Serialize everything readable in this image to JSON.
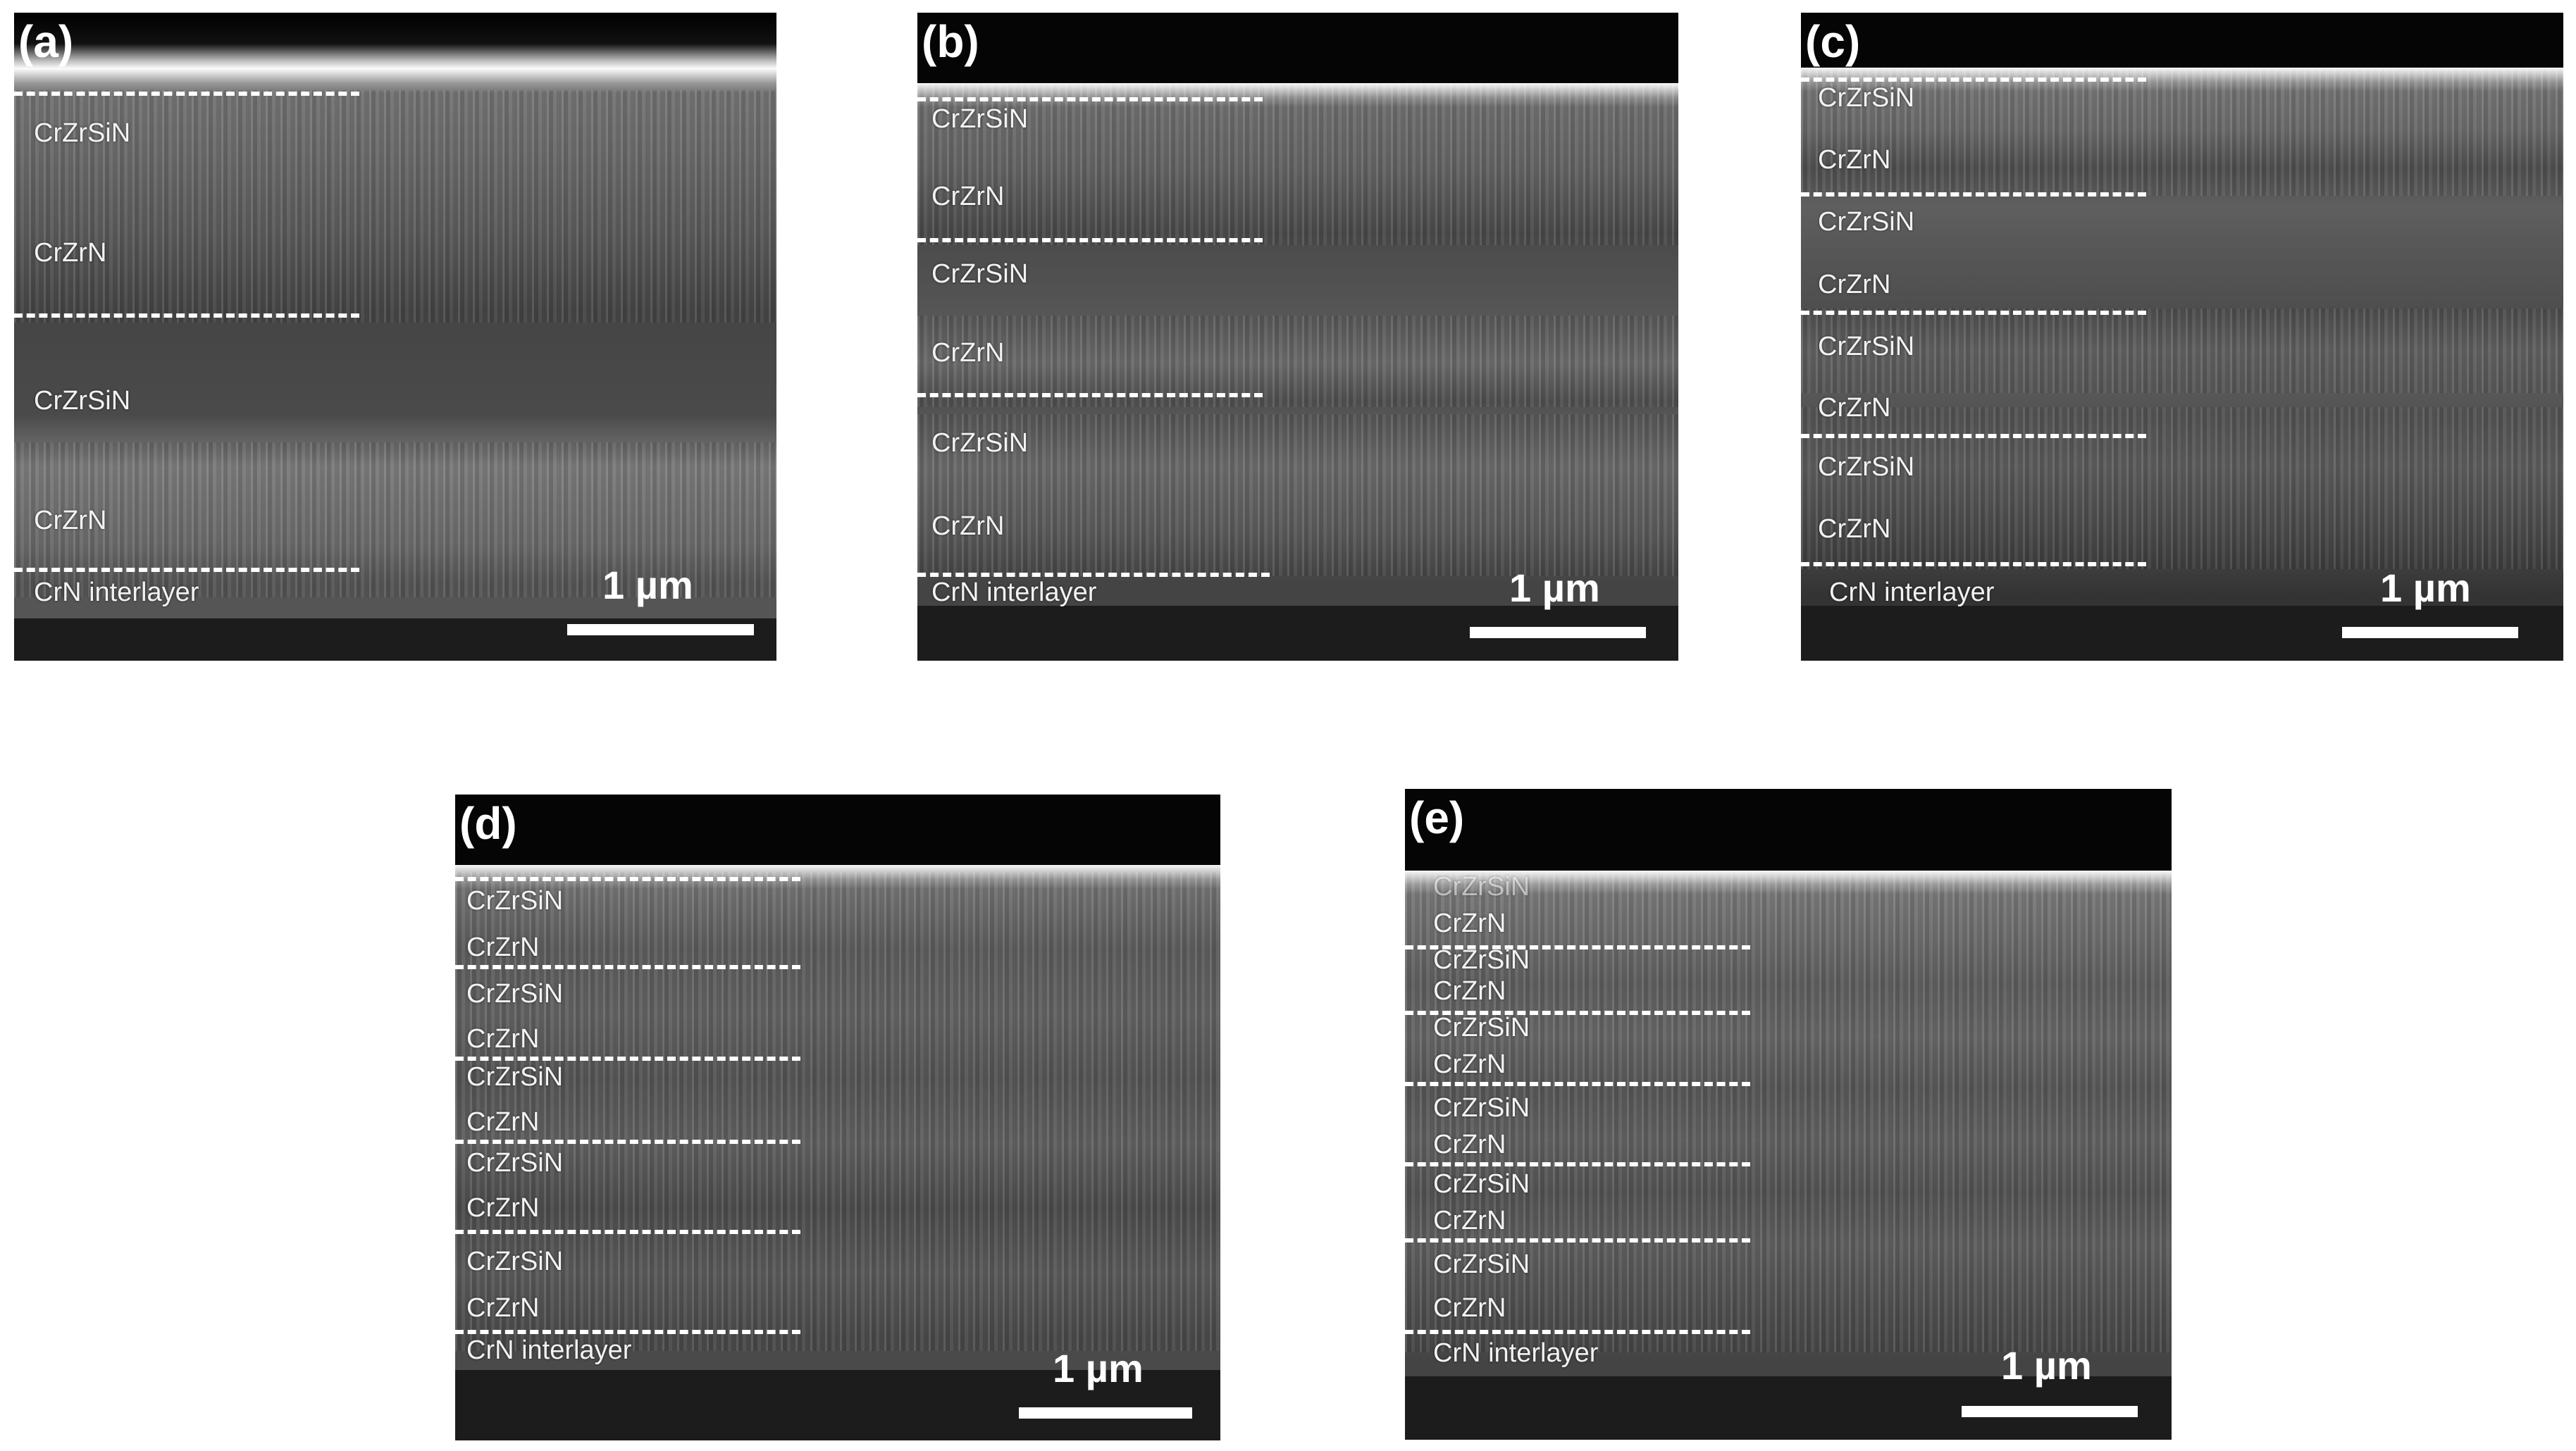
{
  "panels": [
    {
      "label": "(a)",
      "scale_text": "1 µm",
      "layers": [
        "CrZrSiN",
        "CrZrN",
        "CrZrSiN",
        "CrZrN",
        "CrN interlayer"
      ]
    },
    {
      "label": "(b)",
      "scale_text": "1 µm",
      "layers": [
        "CrZrSiN",
        "CrZrN",
        "CrZrSiN",
        "CrZrN",
        "CrZrSiN",
        "CrZrN",
        "CrN interlayer"
      ]
    },
    {
      "label": "(c)",
      "scale_text": "1 µm",
      "layers": [
        "CrZrSiN",
        "CrZrN",
        "CrZrSiN",
        "CrZrN",
        "CrZrSiN",
        "CrZrN",
        "CrZrSiN",
        "CrZrN",
        "CrN interlayer"
      ]
    },
    {
      "label": "(d)",
      "scale_text": "1 µm",
      "layers": [
        "CrZrSiN",
        "CrZrN",
        "CrZrSiN",
        "CrZrN",
        "CrZrSiN",
        "CrZrN",
        "CrZrSiN",
        "CrZrN",
        "CrZrSiN",
        "CrZrN",
        "CrN interlayer"
      ]
    },
    {
      "label": "(e)",
      "scale_text": "1 µm",
      "layers": [
        "CrZrSiN",
        "CrZrN",
        "CrZrSiN",
        "CrZrN",
        "CrZrSiN",
        "CrZrN",
        "CrZrSiN",
        "CrZrN",
        "CrZrSiN",
        "CrZrN",
        "CrZrSiN",
        "CrZrN",
        "CrN interlayer"
      ]
    }
  ],
  "colors": {
    "dash": "#ffffff",
    "text": "#ffffff",
    "coating_light": "#8a8a8a",
    "coating_dark": "#4a4a4a"
  }
}
